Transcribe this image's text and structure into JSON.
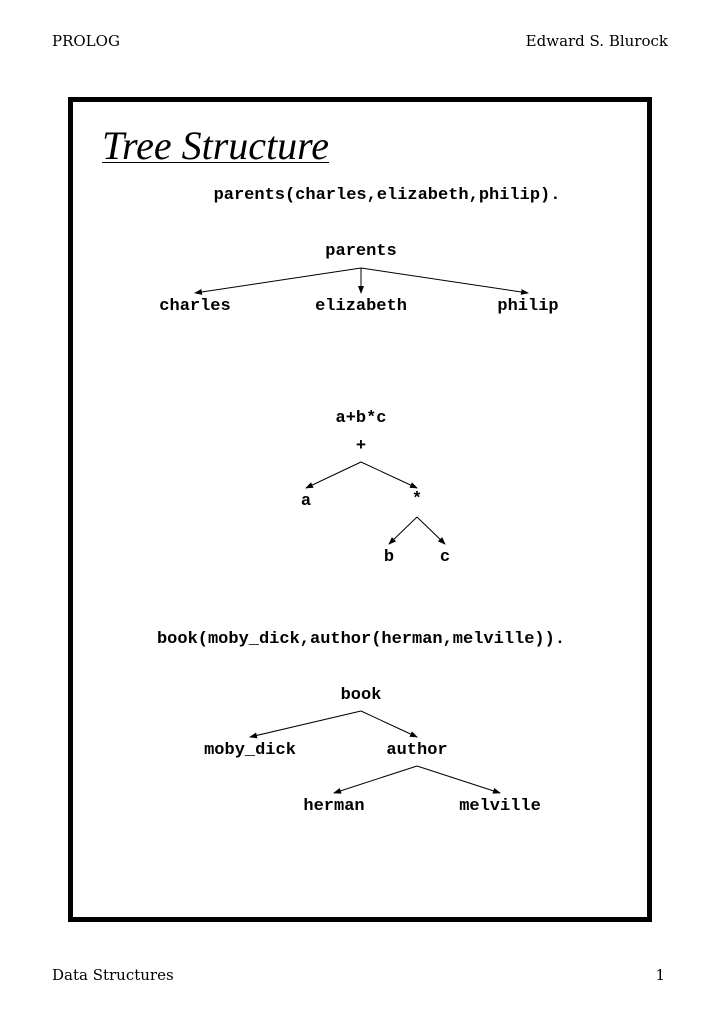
{
  "header": {
    "left": "PROLOG",
    "right": "Edward S. Blurock"
  },
  "footer": {
    "left": "Data Structures",
    "right": "1"
  },
  "slide": {
    "title": "Tree Structure",
    "example1": {
      "term": "parents(charles,elizabeth,philip).",
      "root": "parents",
      "children": [
        "charles",
        "elizabeth",
        "philip"
      ]
    },
    "example2": {
      "expr": "a+b*c",
      "root": "+",
      "left": "a",
      "right": "*",
      "right_children": [
        "b",
        "c"
      ]
    },
    "example3": {
      "term": "book(moby_dick,author(herman,melville)).",
      "root": "book",
      "children": [
        "moby_dick",
        "author"
      ],
      "author_children": [
        "herman",
        "melville"
      ]
    }
  }
}
